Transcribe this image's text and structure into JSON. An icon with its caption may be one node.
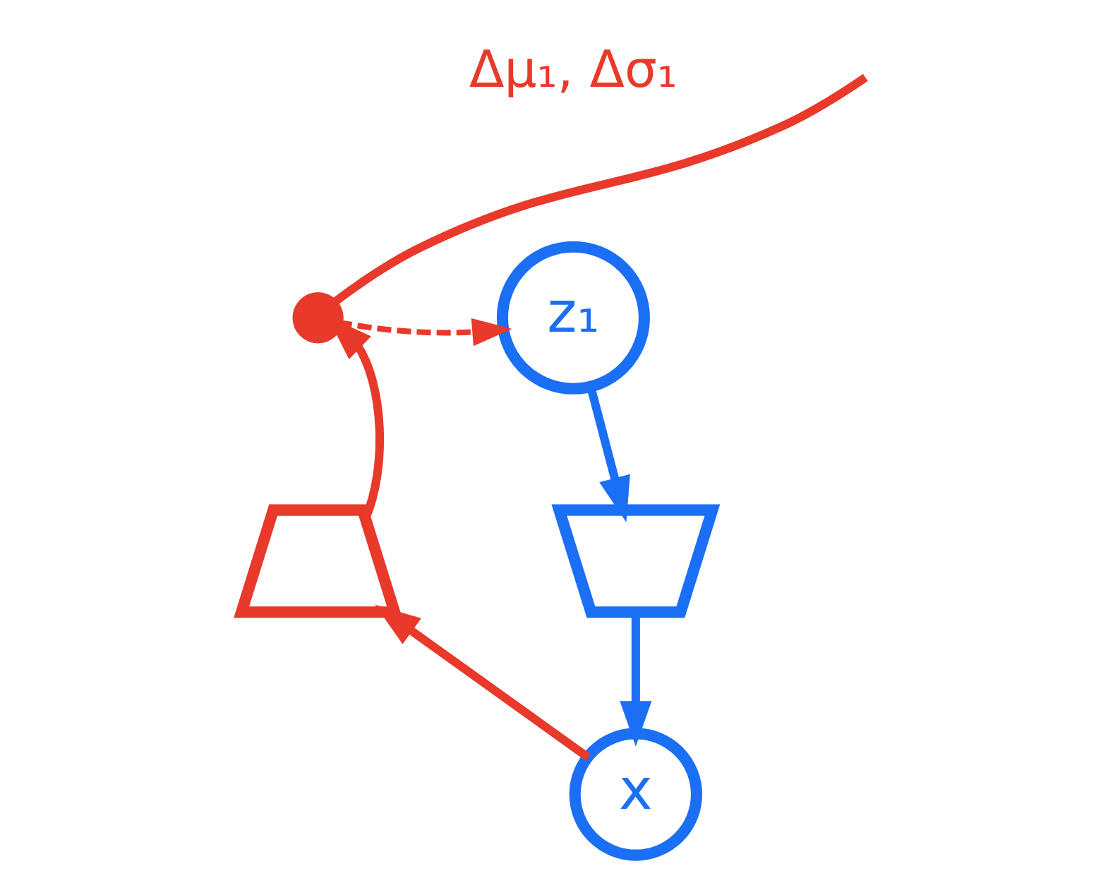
{
  "diagram": {
    "nodes": [
      {
        "text": [],
        "shape": "circle"
      },
      {
        "text": [
          "z₁"
        ]
      },
      {
        "text": [],
        "shape": "trapezium"
      },
      {
        "text": [],
        "shape": "trapezium"
      },
      {
        "text": [
          "x"
        ]
      }
    ],
    "edges": [
      {
        "from": 4,
        "to": 2,
        "arrow": "to"
      },
      {
        "from": 2,
        "to": 0,
        "arrow": "to"
      },
      {
        "from": 0,
        "to": null,
        "arrow": "none"
      },
      {
        "from": 0,
        "to": 1,
        "arrow": "to",
        "style": "dashed"
      },
      {
        "from": 1,
        "to": 3,
        "arrow": "to",
        "color": "#1a6ff5"
      },
      {
        "from": 3,
        "to": 4,
        "arrow": "to",
        "color": "#1a6ff5"
      }
    ],
    "labels": [
      "Δμ₁, Δσ₁"
    ]
  }
}
